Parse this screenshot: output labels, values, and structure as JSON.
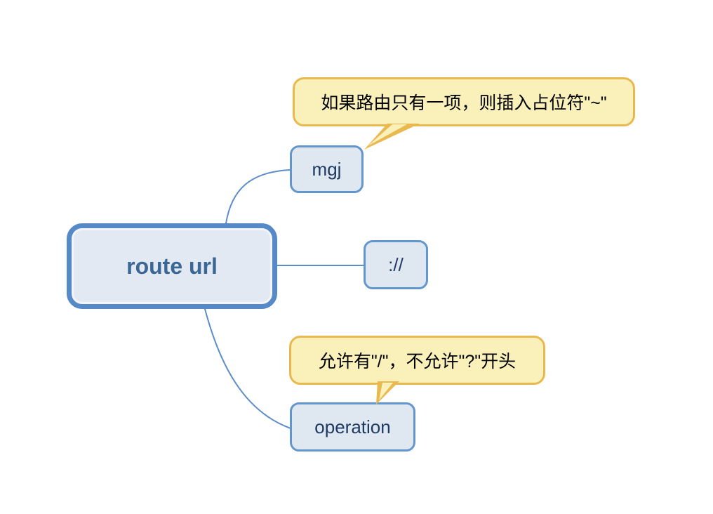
{
  "diagram": {
    "type": "mindmap",
    "root": {
      "label": "route url"
    },
    "children": [
      {
        "id": "mgj",
        "label": "mgj"
      },
      {
        "id": "protocol-separator",
        "label": "://"
      },
      {
        "id": "operation",
        "label": "operation"
      }
    ],
    "callouts": [
      {
        "target": "mgj",
        "text": "如果路由只有一项，则插入占位符\"~\""
      },
      {
        "target": "operation",
        "text": "允许有\"/\"，不允许\"?\"开头"
      }
    ],
    "colors": {
      "background": "#FFFFFF",
      "root_border": "#5589C8",
      "root_fill": "#E3E9F2",
      "root_text": "#3A6795",
      "node_border": "#6496CE",
      "node_fill": "#DFE7F1",
      "node_text": "#1E3A63",
      "callout_fill": "#FAF0B9",
      "callout_border": "#E9B950",
      "callout_text": "#000000",
      "connector": "#5B8DC8"
    }
  }
}
